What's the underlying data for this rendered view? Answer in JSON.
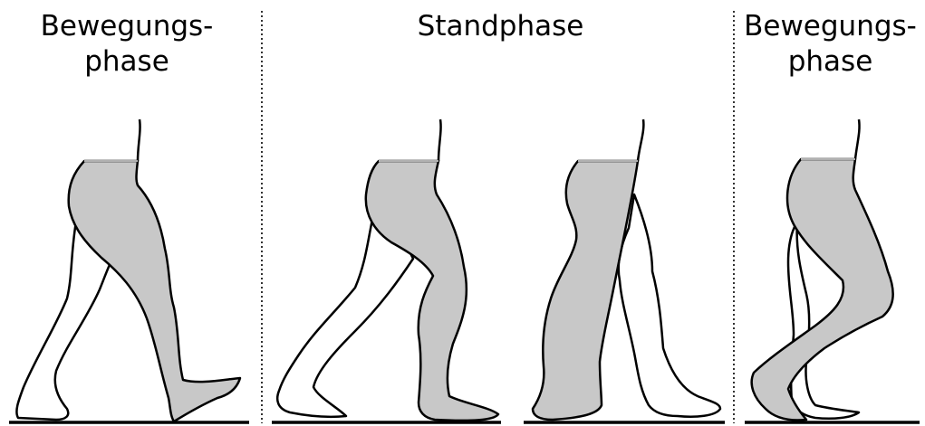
{
  "phases": {
    "left": {
      "line1": "Bewegungs-",
      "line2": "phase"
    },
    "middle": {
      "line1": "Standphase"
    },
    "right": {
      "line1": "Bewegungs-",
      "line2": "phase"
    }
  },
  "colors": {
    "background": "#ffffff",
    "stance_leg_fill": "#c8c8c8",
    "swing_leg_fill": "#ffffff",
    "outline": "#000000"
  }
}
